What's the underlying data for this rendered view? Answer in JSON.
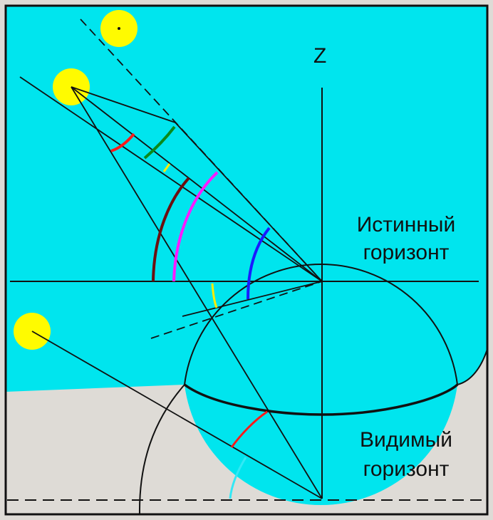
{
  "labels": {
    "zenith": "Z",
    "true_horizon_line1": "Истинный",
    "true_horizon_line2": "горизонт",
    "visible_horizon_line1": "Видимый",
    "visible_horizon_line2": "горизонт"
  },
  "colors": {
    "sky": "#00e5ee",
    "ground": "#dedbd6",
    "sun": "#fffb00",
    "line": "#111111",
    "arc_red": "#ff1a1a",
    "arc_green": "#0a8a1a",
    "arc_yellow": "#ffee00",
    "arc_brown": "#6b1010",
    "arc_magenta": "#ff1aff",
    "arc_blue": "#1a1aff",
    "arc_cyan": "#33e8f5"
  }
}
